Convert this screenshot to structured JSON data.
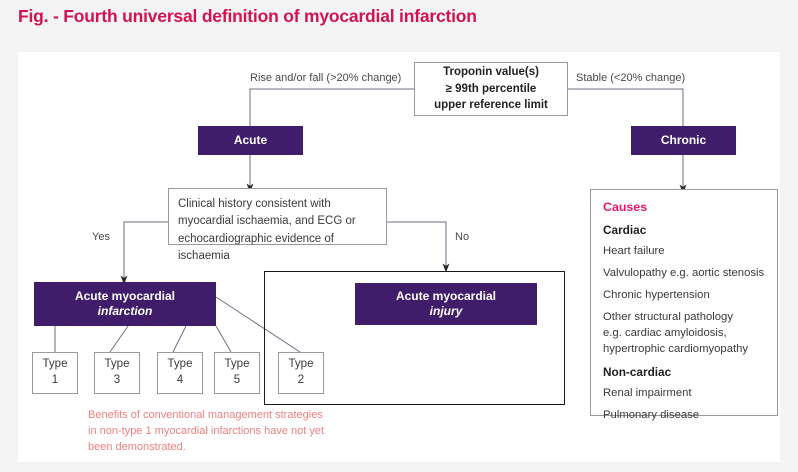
{
  "figure": {
    "title": "Fig. - Fourth universal definition of myocardial infarction",
    "title_color": "#d11450",
    "accent_purple": "#3f1d6b",
    "accent_pink": "#e8176b",
    "footnote_color": "#f08080",
    "page_background": "#f4f4f4",
    "card_background": "#ffffff"
  },
  "nodes": {
    "troponin": {
      "line1": "Troponin value(s)",
      "line2": "≥ 99th percentile",
      "line3": "upper reference limit"
    },
    "acute": {
      "label": "Acute"
    },
    "chronic": {
      "label": "Chronic"
    },
    "clinical_history": {
      "line1": "Clinical history consistent with",
      "line2": "myocardial ischaemia, and ECG or",
      "line3": "echocardiographic evidence of ischaemia"
    },
    "acute_mi": {
      "line1": "Acute myocardial",
      "line2": "infarction"
    },
    "acute_injury": {
      "line1": "Acute myocardial",
      "line2": "injury"
    },
    "type1": {
      "line1": "Type",
      "line2": "1"
    },
    "type3": {
      "line1": "Type",
      "line2": "3"
    },
    "type4": {
      "line1": "Type",
      "line2": "4"
    },
    "type5": {
      "line1": "Type",
      "line2": "5"
    },
    "type2": {
      "line1": "Type",
      "line2": "2"
    }
  },
  "edge_labels": {
    "rise_fall": "Rise and/or fall (>20% change)",
    "stable": "Stable (<20% change)",
    "yes": "Yes",
    "no": "No"
  },
  "causes": {
    "heading": "Causes",
    "cardiac_heading": "Cardiac",
    "cardiac_items": [
      "Heart failure",
      "Valvulopathy e.g. aortic stenosis",
      "Chronic hypertension"
    ],
    "cardiac_structural": {
      "line1": "Other structural pathology",
      "line2": "e.g. cardiac amyloidosis,",
      "line3": "hypertrophic cardiomyopathy"
    },
    "noncardiac_heading": "Non-cardiac",
    "noncardiac_items": [
      "Renal impairment",
      "Pulmonary disease"
    ]
  },
  "footnote": {
    "line1": "Benefits of conventional management strategies",
    "line2": "in non-type 1 myocardial infarctions have not yet",
    "line3": "been demonstrated."
  }
}
